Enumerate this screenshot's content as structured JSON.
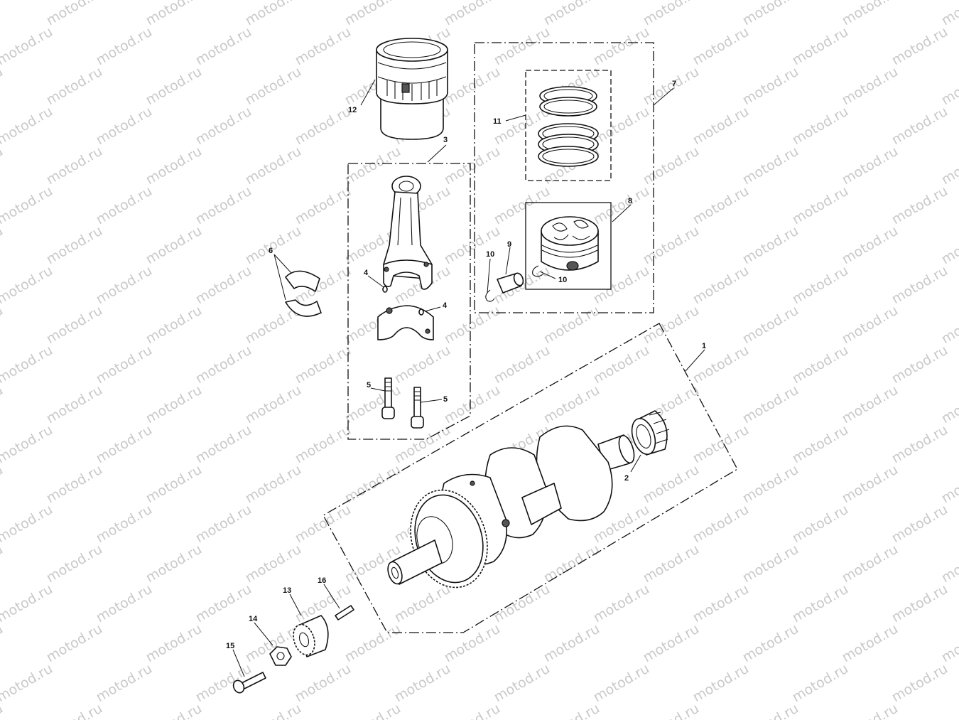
{
  "watermark": {
    "text": "motod.ru",
    "color": "#c9c9c9"
  },
  "callouts": {
    "c1": "1",
    "c2": "2",
    "c3": "3",
    "c4a": "4",
    "c4b": "4",
    "c5a": "5",
    "c5b": "5",
    "c6": "6",
    "c7": "7",
    "c8": "8",
    "c9": "9",
    "c10a": "10",
    "c10b": "10",
    "c11": "11",
    "c12": "12",
    "c13": "13",
    "c14": "14",
    "c15": "15",
    "c16": "16"
  }
}
